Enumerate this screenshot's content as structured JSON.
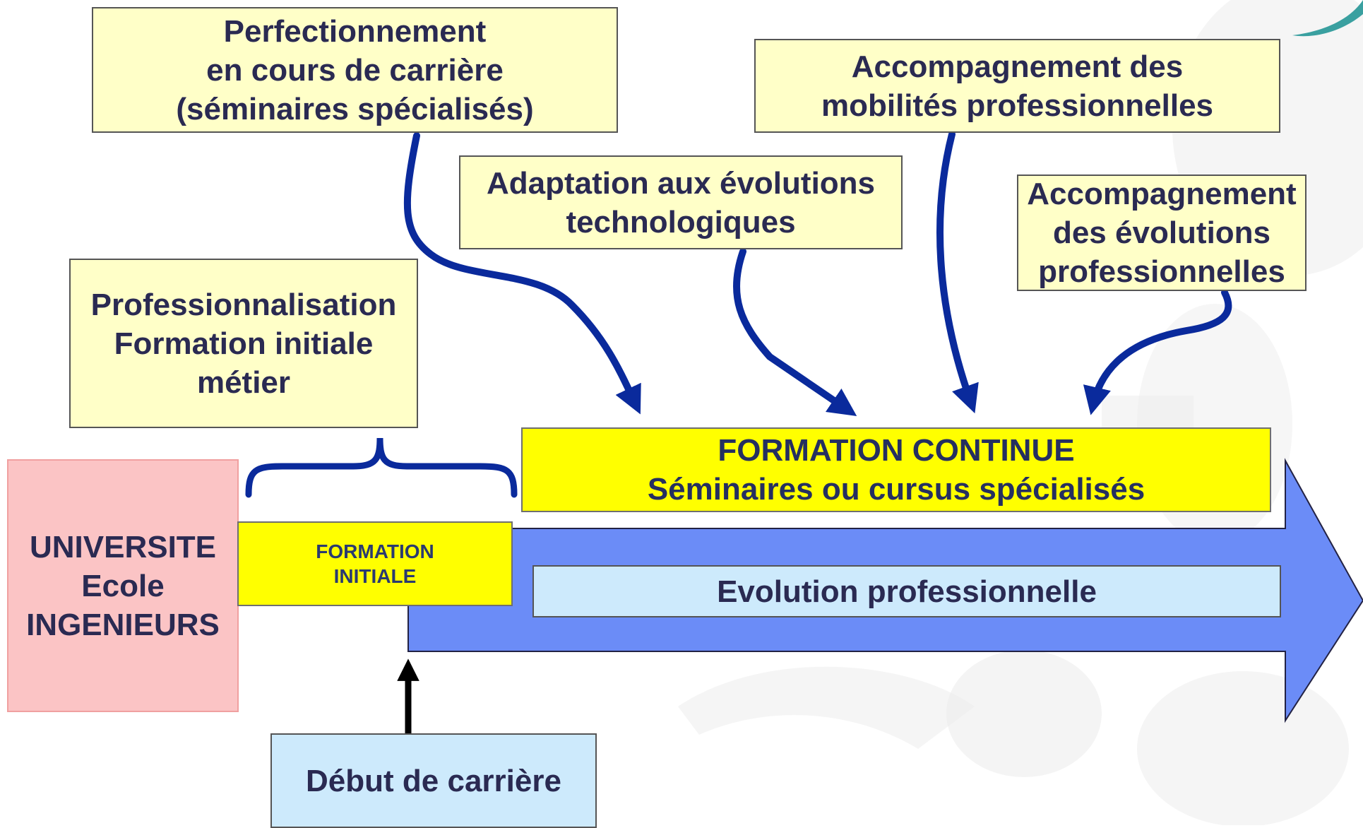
{
  "boxes": {
    "perfectionnement": [
      "Perfectionnement",
      "en cours de carrière",
      "(séminaires spécialisés)"
    ],
    "mobilites": [
      "Accompagnement des",
      "mobilités professionnelles"
    ],
    "adaptation": [
      "Adaptation aux évolutions",
      "technologiques"
    ],
    "evolutions": [
      "Accompagnement",
      "des évolutions",
      "professionnelles"
    ],
    "professionnalisation": [
      "Professionnalisation",
      "Formation initiale",
      "métier"
    ],
    "formation_continue": [
      "FORMATION CONTINUE",
      "Séminaires ou cursus spécialisés"
    ],
    "universite": [
      "UNIVERSITE",
      "Ecole",
      "INGENIEURS"
    ],
    "formation_initiale": [
      "FORMATION",
      "INITIALE"
    ],
    "evolution_professionnelle": "Evolution professionnelle",
    "debut_carriere": "Début de carrière"
  },
  "colors": {
    "main_arrow": "#6b8cf7",
    "curved_arrows": "#0a2a9c",
    "note_fill": "#ffffc8",
    "yellow_fill": "#ffff00",
    "light_blue_fill": "#cdeafc",
    "pink_fill": "#fbc4c5"
  }
}
